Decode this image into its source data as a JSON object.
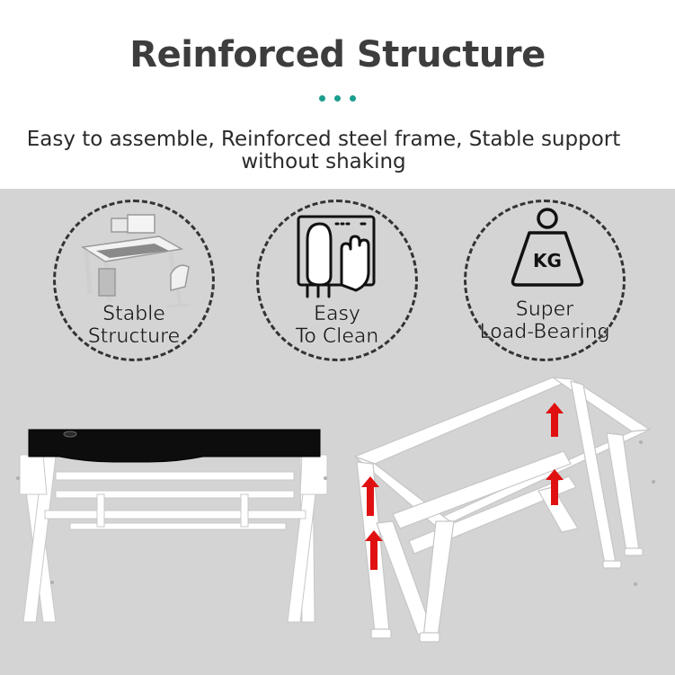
{
  "header": {
    "title_highlight": "Reinforced",
    "title_rest": "Structure",
    "subtitle_line1": "Easy to assemble, Reinforced  steel frame, Stable support",
    "subtitle_line2": "without shaking",
    "accent_color": "#f0b830",
    "dot_color": "#1b9e8e"
  },
  "features": [
    {
      "icon": "desk-setup-icon",
      "label_line1": "Stable",
      "label_line2": "Structure"
    },
    {
      "icon": "hand-cleaning-icon",
      "label_line1": "Easy",
      "label_line2": "To Clean"
    },
    {
      "icon": "kg-weight-icon",
      "label_line1": "Super",
      "label_line2": "Load-Bearing",
      "icon_text": "KG"
    }
  ],
  "product": {
    "left_view": "desk-front-view",
    "right_view": "desk-frame-perspective",
    "arrow_color": "#e01010",
    "background_color": "#d4d4d4"
  }
}
